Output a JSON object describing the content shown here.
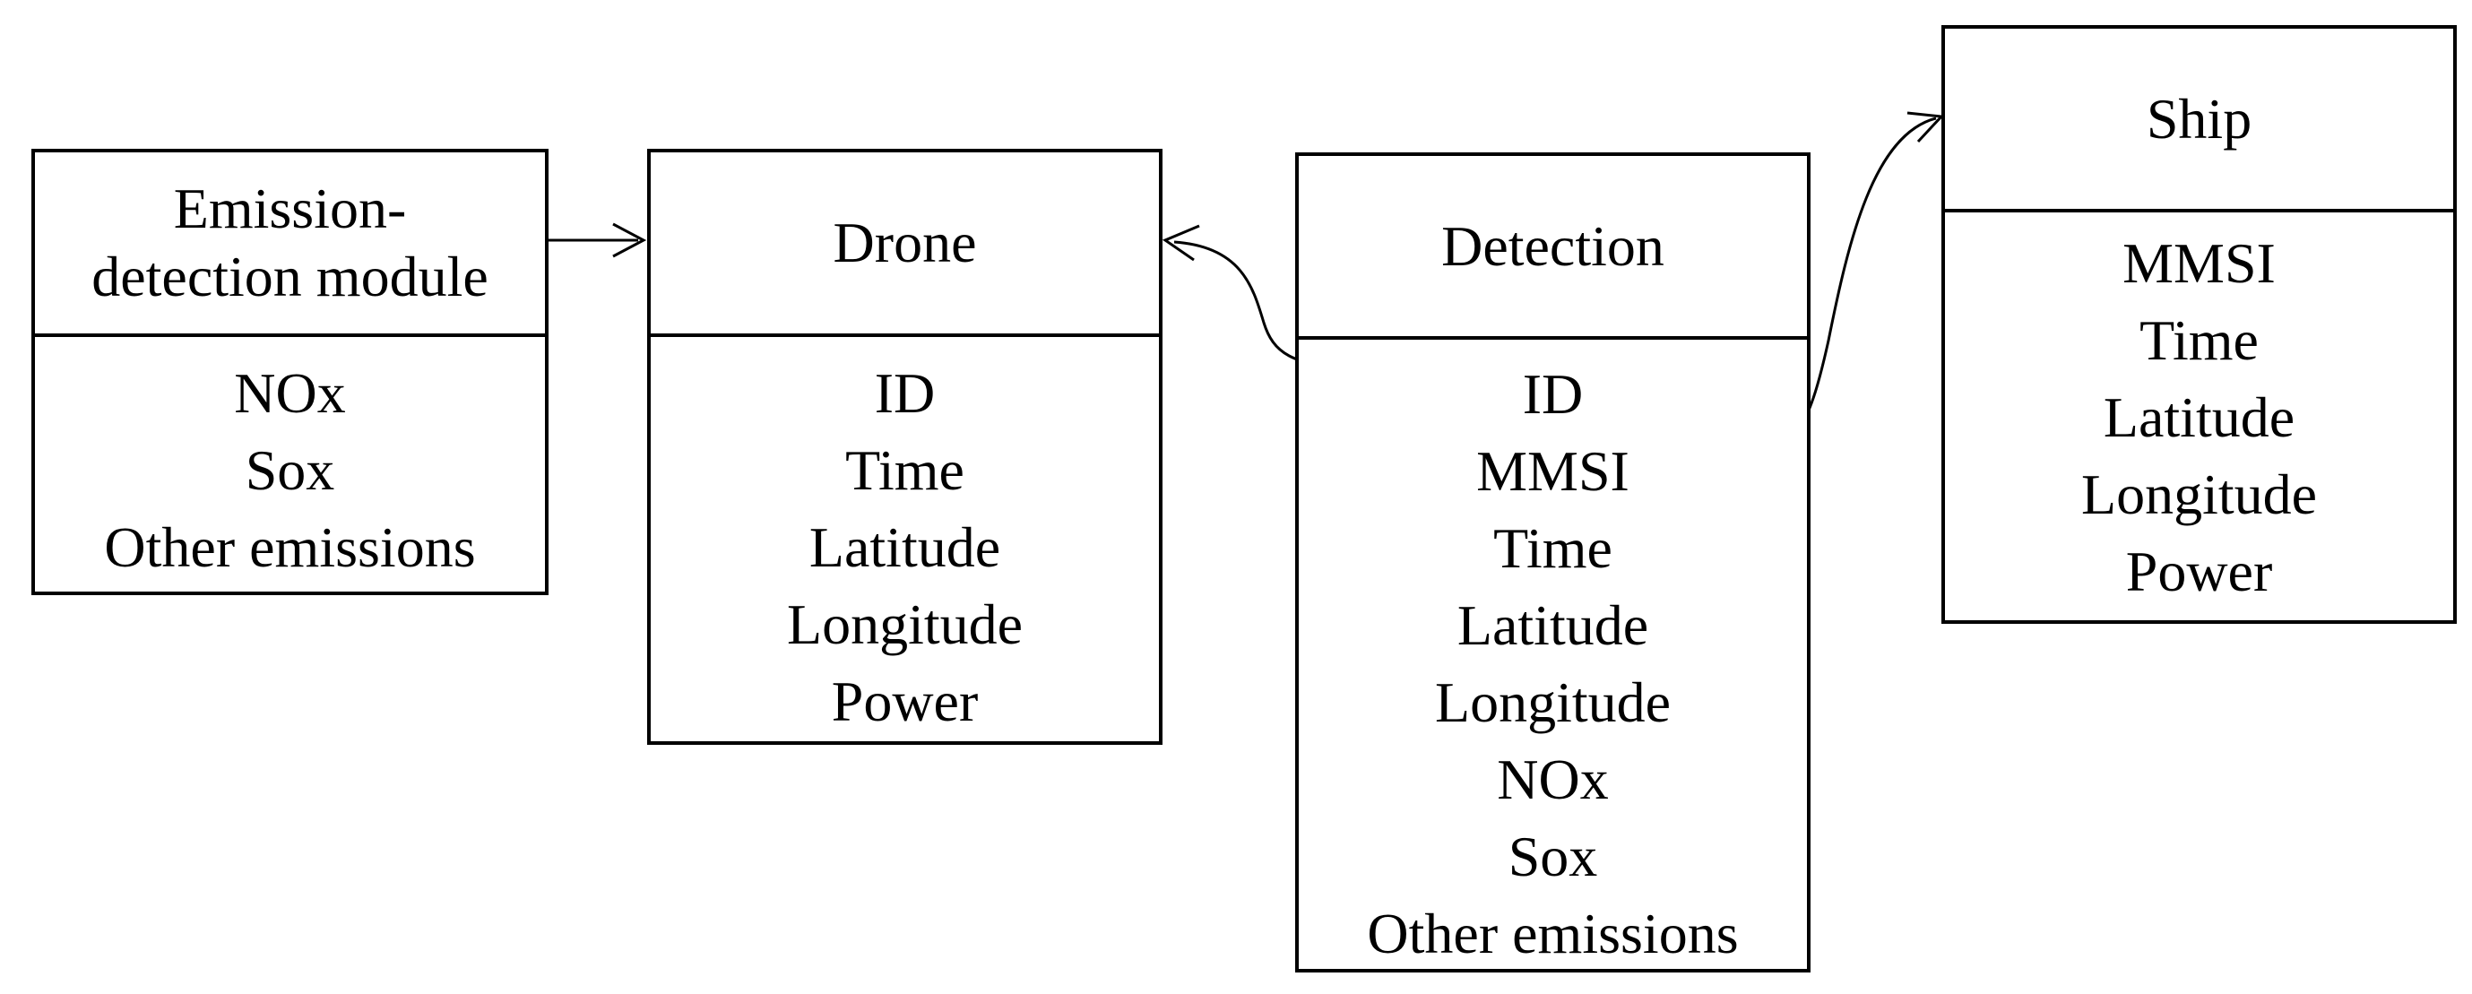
{
  "entities": {
    "emission_module": {
      "title": "Emission-\ndetection module",
      "attributes": [
        "NOx",
        "Sox",
        "Other emissions"
      ]
    },
    "drone": {
      "title": "Drone",
      "attributes": [
        "ID",
        "Time",
        "Latitude",
        "Longitude",
        "Power"
      ]
    },
    "detection": {
      "title": "Detection",
      "attributes": [
        "ID",
        "MMSI",
        "Time",
        "Latitude",
        "Longitude",
        "NOx",
        "Sox",
        "Other emissions"
      ]
    },
    "ship": {
      "title": "Ship",
      "attributes": [
        "MMSI",
        "Time",
        "Latitude",
        "Longitude",
        "Power"
      ]
    }
  },
  "connectors": [
    {
      "from": "Emission-detection module",
      "to": "Drone"
    },
    {
      "from": "Detection.ID",
      "to": "Drone"
    },
    {
      "from": "Detection.MMSI",
      "to": "Ship"
    }
  ],
  "colors": {
    "line": "#000000",
    "background": "#ffffff"
  }
}
